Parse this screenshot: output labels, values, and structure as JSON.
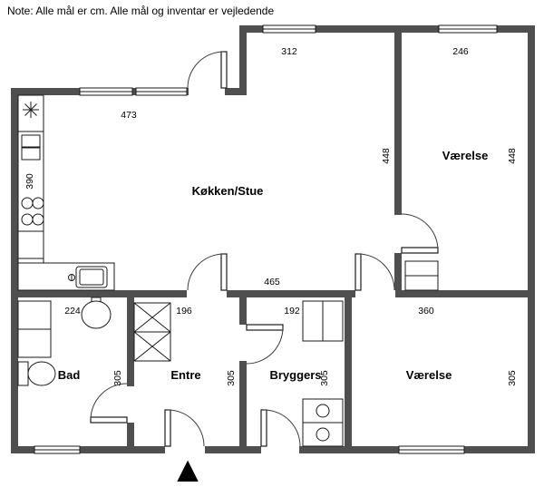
{
  "note": "Note: Alle mål er cm. Alle mål og inventar er vejledende",
  "rooms": {
    "kitchen_living": "Køkken/Stue",
    "bedroom_top": "Værelse",
    "bathroom": "Bad",
    "hall": "Entre",
    "utility": "Bryggers",
    "bedroom_bottom": "Værelse"
  },
  "dims": {
    "kitchen_top_width": "312",
    "bedroom_top_width": "246",
    "left_wing_width": "473",
    "kitchen_left_height": "390",
    "kitchen_right_height": "448",
    "bedroom_top_height": "448",
    "kitchen_bottom_width": "465",
    "bathroom_width": "224",
    "hall_width": "196",
    "utility_width": "192",
    "bedroom_bottom_width": "360",
    "bathroom_height": "305",
    "hall_height": "305",
    "utility_height": "305",
    "bedroom_bottom_height": "305"
  },
  "icons": {
    "entrance_arrow": "▲"
  },
  "colors": {
    "wall": "#4f4f4f",
    "line": "#1a1a1a"
  }
}
